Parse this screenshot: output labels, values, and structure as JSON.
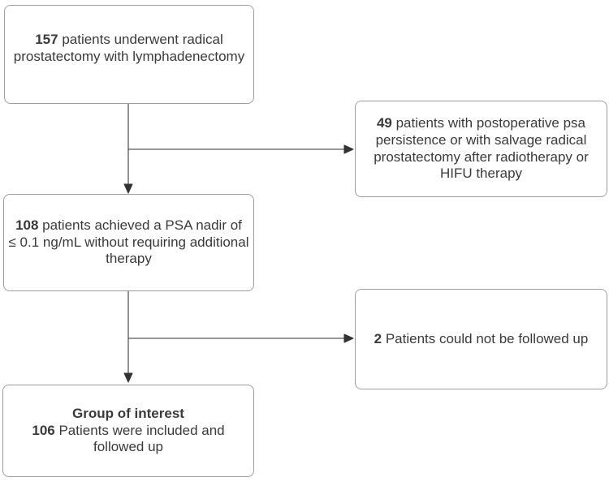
{
  "colors": {
    "background": "#ffffff",
    "box_fill": "#ffffff",
    "box_border": "#9e9e9e",
    "text": "#3a3a3a",
    "arrow_line": "#595959",
    "arrow_head": "#333333"
  },
  "boxes": [
    {
      "name": "total-cohort",
      "number": "157",
      "text": " patients underwent radical\nprostatectomy with lymphadenectomy"
    },
    {
      "name": "excluded-psa-persistence",
      "number": "49",
      "text": " patients with postoperative psa\npersistence or with salvage radical\nprostatectomy after radiotherapy or\nHIFU therapy"
    },
    {
      "name": "psa-nadir-achieved",
      "number": "108",
      "text": " patients achieved a PSA nadir of\n≤ 0.1 ng/mL without requiring additional\ntherapy"
    },
    {
      "name": "lost-to-followup",
      "number": "2",
      "text": " Patients could not be followed up"
    },
    {
      "name": "group-of-interest",
      "title": "Group of interest",
      "number": "106",
      "text": " Patients were included and\nfollowed up"
    }
  ],
  "arrows": [
    {
      "from": "total-cohort",
      "to": "psa-nadir-achieved",
      "direction": "down"
    },
    {
      "from": "total-cohort",
      "to": "excluded-psa-persistence",
      "direction": "right"
    },
    {
      "from": "psa-nadir-achieved",
      "to": "group-of-interest",
      "direction": "down"
    },
    {
      "from": "psa-nadir-achieved",
      "to": "lost-to-followup",
      "direction": "right"
    }
  ]
}
